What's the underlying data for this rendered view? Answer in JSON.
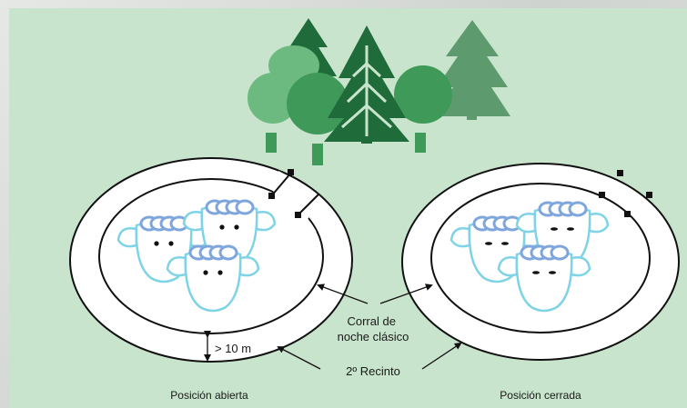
{
  "colors": {
    "panel_bg": "#c8e4cc",
    "tree_dark": "#1f6b3a",
    "tree_mid": "#3f9a5a",
    "tree_light": "#6cba80",
    "tree_pale": "#5d9a6e",
    "sheep_outline": "#7ed3e6",
    "sheep_wool": "#7fa6dc"
  },
  "labels": {
    "inner_pen": "Corral de\nnoche clásico",
    "outer_pen": "2º Recinto",
    "distance": "> 10 m",
    "open_position": "Posición abierta",
    "closed_position": "Posición cerrada"
  }
}
